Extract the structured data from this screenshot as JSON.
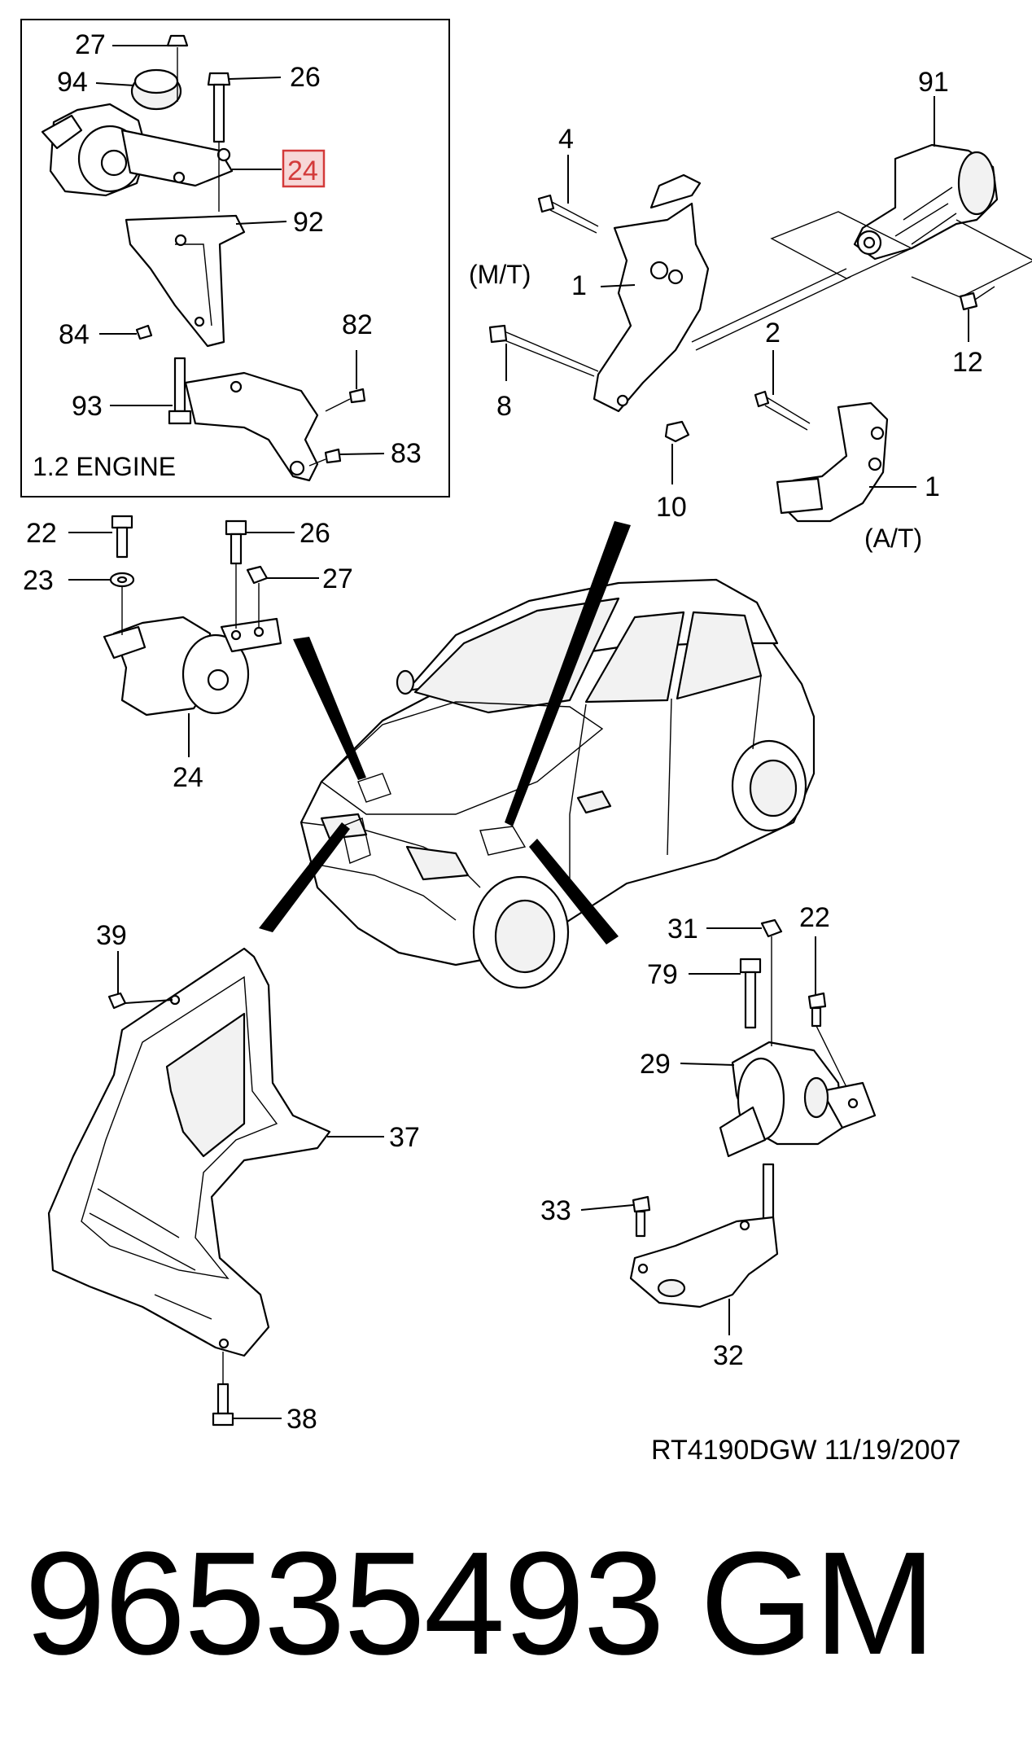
{
  "inset": {
    "caption": "1.2 ENGINE",
    "callouts": [
      "27",
      "94",
      "26",
      "24",
      "92",
      "84",
      "82",
      "93",
      "83"
    ]
  },
  "upper_right": {
    "mt_label": "(M/T)",
    "at_label": "(A/T)",
    "callouts": [
      "91",
      "4",
      "1",
      "12",
      "2",
      "8",
      "10",
      "1"
    ]
  },
  "left_mount": {
    "callouts": [
      "22",
      "26",
      "23",
      "27",
      "24"
    ]
  },
  "lower_left": {
    "callouts": [
      "39",
      "37",
      "38"
    ]
  },
  "lower_right": {
    "callouts": [
      "31",
      "22",
      "79",
      "29",
      "33",
      "32"
    ]
  },
  "reference": "RT4190DGW  11/19/2007",
  "part_number": "96535493",
  "brand": "GM",
  "highlight_color": "#d33a3a",
  "highlight_fill": "#f7d7d7"
}
